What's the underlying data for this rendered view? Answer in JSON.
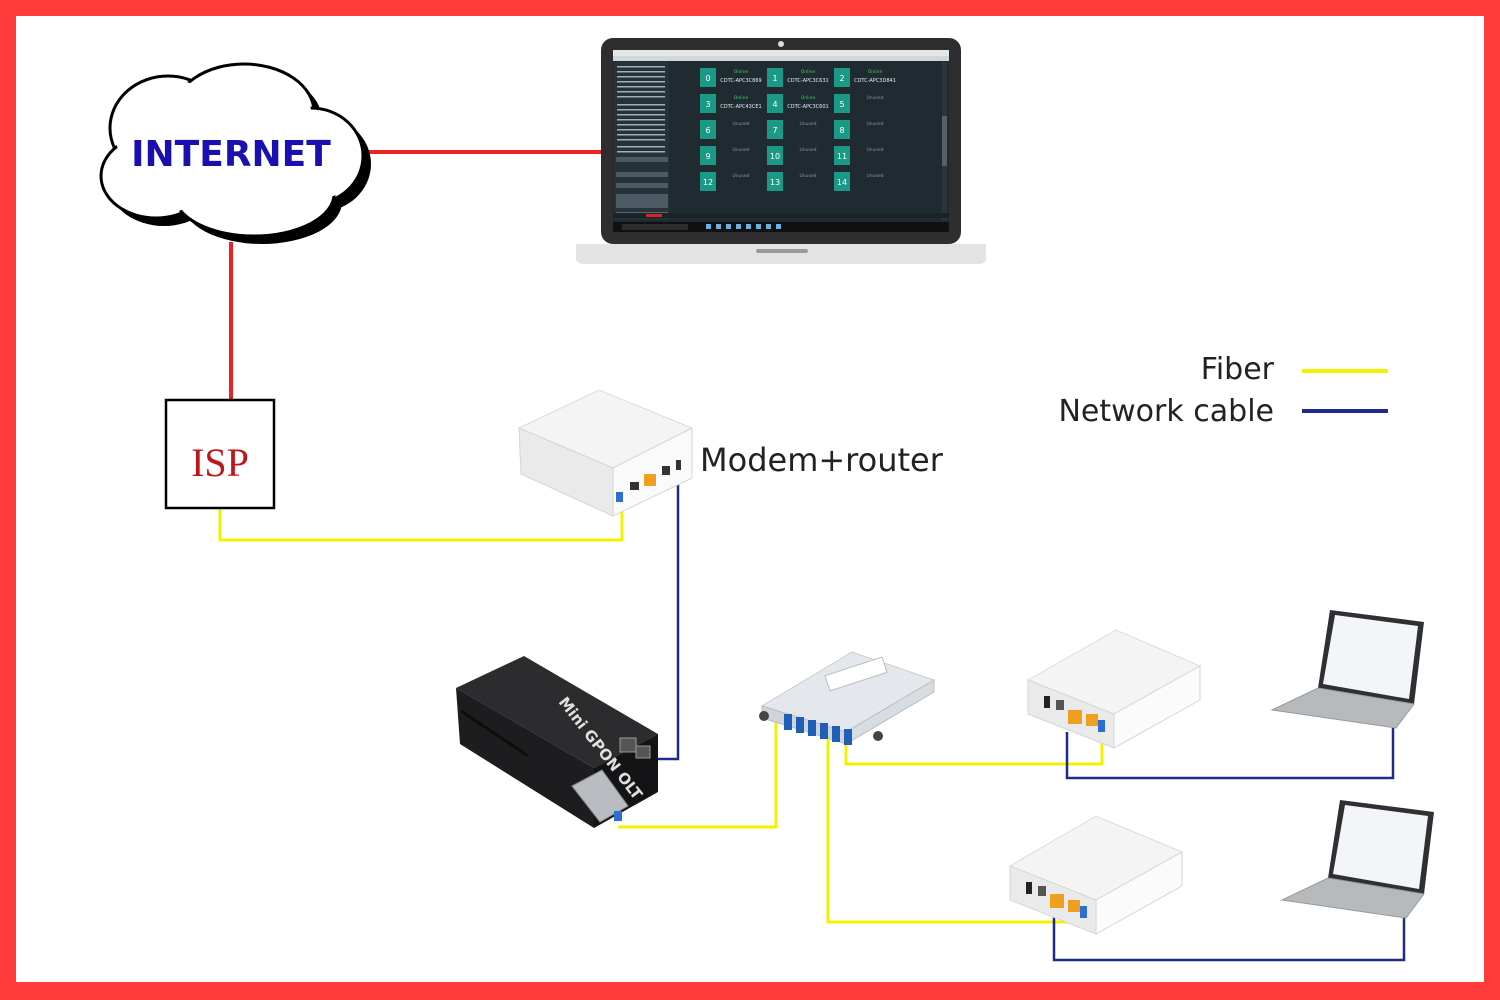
{
  "labels": {
    "internet": "INTERNET",
    "isp": "ISP",
    "modem_router": "Modem+router",
    "olt_text": "Mini GPON OLT"
  },
  "legend": [
    {
      "label": "Fiber",
      "color": "#f4f000"
    },
    {
      "label": "Network cable",
      "color": "#1f2a8a"
    }
  ],
  "colors": {
    "border": "#ff3b3b",
    "internet_link": "#ee2222",
    "fiber": "#f4f000",
    "network_cable": "#1f2a8a",
    "internet_text": "#1a10b0",
    "isp_text": "#c0151a"
  },
  "screen": {
    "ports": [
      {
        "num": "0",
        "status": "Online",
        "name": "CDTC-APC3C869"
      },
      {
        "num": "1",
        "status": "Online",
        "name": "CDTC-APC3C631"
      },
      {
        "num": "2",
        "status": "Online",
        "name": "CDTC-APC3D841"
      },
      {
        "num": "3",
        "status": "Online",
        "name": "CDTC-APC43CE1"
      },
      {
        "num": "4",
        "status": "Online",
        "name": "CDTC-APC3C601"
      },
      {
        "num": "5",
        "status": "Unused",
        "name": ""
      },
      {
        "num": "6",
        "status": "Unused",
        "name": ""
      },
      {
        "num": "7",
        "status": "Unused",
        "name": ""
      },
      {
        "num": "8",
        "status": "Unused",
        "name": ""
      },
      {
        "num": "9",
        "status": "Unused",
        "name": ""
      },
      {
        "num": "10",
        "status": "Unused",
        "name": ""
      },
      {
        "num": "11",
        "status": "Unused",
        "name": ""
      },
      {
        "num": "12",
        "status": "Unused",
        "name": ""
      },
      {
        "num": "13",
        "status": "Unused",
        "name": ""
      },
      {
        "num": "14",
        "status": "Unused",
        "name": ""
      }
    ]
  }
}
